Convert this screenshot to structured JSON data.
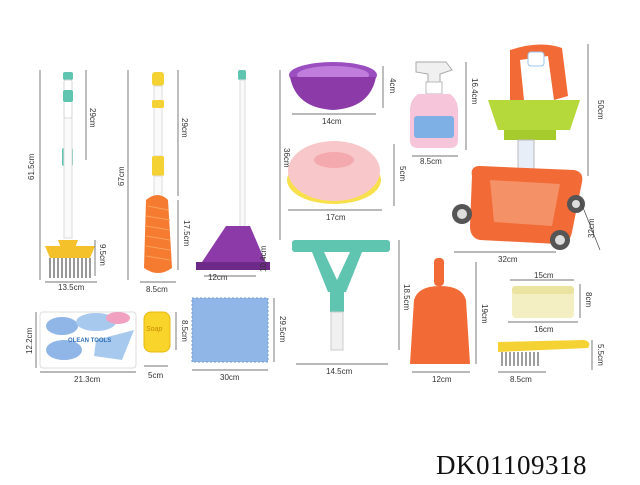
{
  "product_code": "DK01109318",
  "dimensions": {
    "rake_height": "61.5cm",
    "rake_handle": "29cm",
    "rake_head_h": "9.5cm",
    "rake_width": "13.5cm",
    "duster_height": "67cm",
    "duster_handle": "29cm",
    "duster_head_h": "17.5cm",
    "duster_width": "8.5cm",
    "pan_height": "36cm",
    "pan_head_h": "10.4cm",
    "pan_width": "12cm",
    "basin_h": "4cm",
    "basin_w": "14cm",
    "robot_h": "5cm",
    "robot_w": "17cm",
    "spray_h": "16.4cm",
    "spray_w": "8.5cm",
    "cart_h": "50cm",
    "cart_d": "32cm",
    "cart_w": "32cm",
    "squeegee_h": "18.5cm",
    "squeegee_w": "14.5cm",
    "dustpan_h": "19cm",
    "dustpan_w": "12cm",
    "sponge_w": "15cm",
    "sponge_h": "8cm",
    "brush_w": "16cm",
    "brush_h": "5.5cm",
    "brush_w2": "8.5cm",
    "stickers_h": "12.2cm",
    "stickers_w": "21.3cm",
    "soap_h": "8.5cm",
    "soap_w": "5cm",
    "towel_h": "29.5cm",
    "towel_w": "30cm"
  },
  "soap_label": "Soap",
  "brand_label": "OLEAN TOOLS",
  "colors": {
    "teal": "#5fc4b0",
    "yellow": "#f5d233",
    "purple": "#8b3aa8",
    "orange": "#f26a35",
    "pink": "#f8c7c9",
    "lime": "#b5d83a",
    "blue": "#8fb6e6"
  }
}
